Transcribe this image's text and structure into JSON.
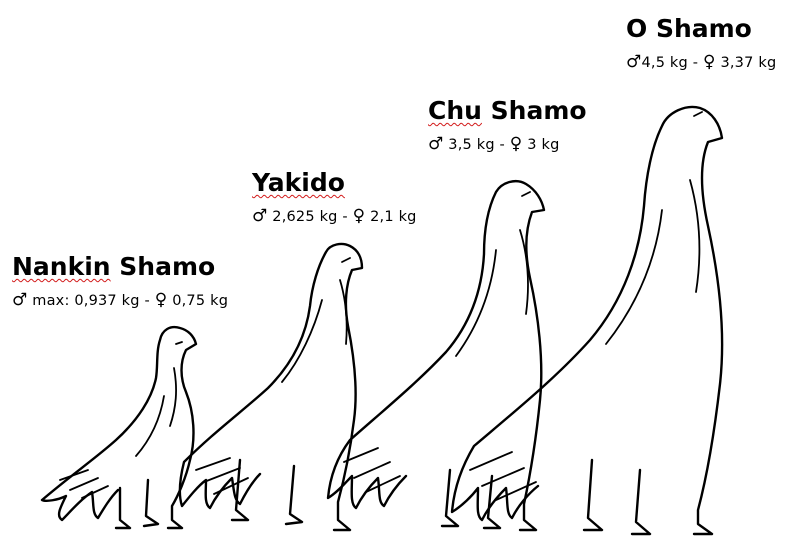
{
  "breeds": [
    {
      "name_marked": "Nankin",
      "name_rest": " Shamo",
      "male_symbol": "♂",
      "male_weight": " max: 0,937 kg - ",
      "female_symbol": "♀",
      "female_weight": " 0,75 kg"
    },
    {
      "name_marked": "Yakido",
      "name_rest": "",
      "male_symbol": "♂",
      "male_weight": " 2,625 kg - ",
      "female_symbol": "♀",
      "female_weight": " 2,1 kg"
    },
    {
      "name_marked": "Chu",
      "name_rest": " Shamo",
      "male_symbol": "♂",
      "male_weight": " 3,5 kg - ",
      "female_symbol": "♀",
      "female_weight": " 3 kg"
    },
    {
      "name_marked": "",
      "name_rest": "O Shamo",
      "male_symbol": "♂",
      "male_weight": "4,5 kg - ",
      "female_symbol": "♀",
      "female_weight": " 3,37 kg"
    }
  ]
}
